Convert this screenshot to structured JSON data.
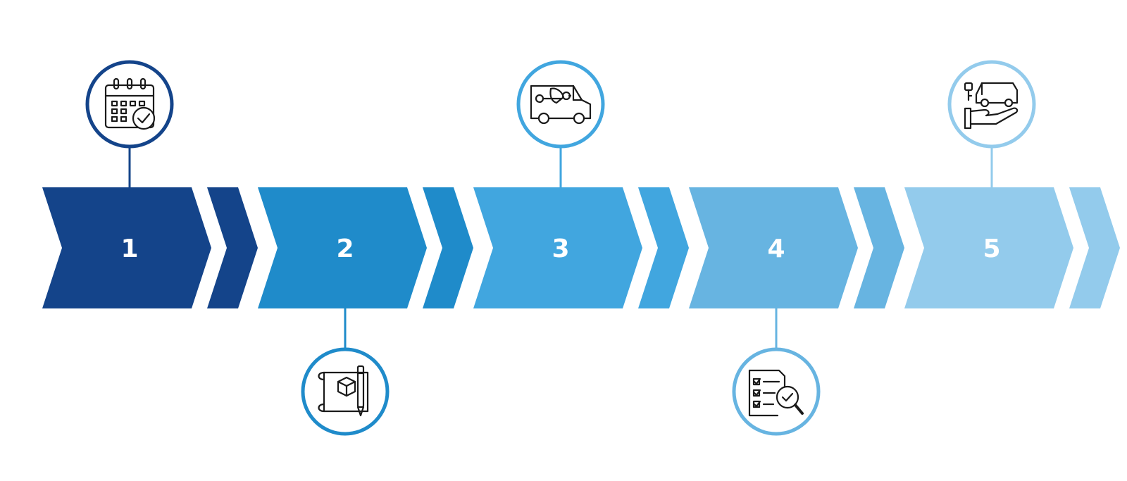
{
  "process": {
    "steps": [
      {
        "number": "1",
        "color": "#14448a",
        "icon": "calendar-check-icon",
        "icon_position": "top"
      },
      {
        "number": "2",
        "color": "#1f8bca",
        "icon": "blueprint-design-icon",
        "icon_position": "bottom"
      },
      {
        "number": "3",
        "color": "#41a6df",
        "icon": "van-repair-icon",
        "icon_position": "top"
      },
      {
        "number": "4",
        "color": "#67b4e1",
        "icon": "checklist-inspection-icon",
        "icon_position": "bottom"
      },
      {
        "number": "5",
        "color": "#93cbec",
        "icon": "van-key-handover-icon",
        "icon_position": "top"
      }
    ]
  }
}
